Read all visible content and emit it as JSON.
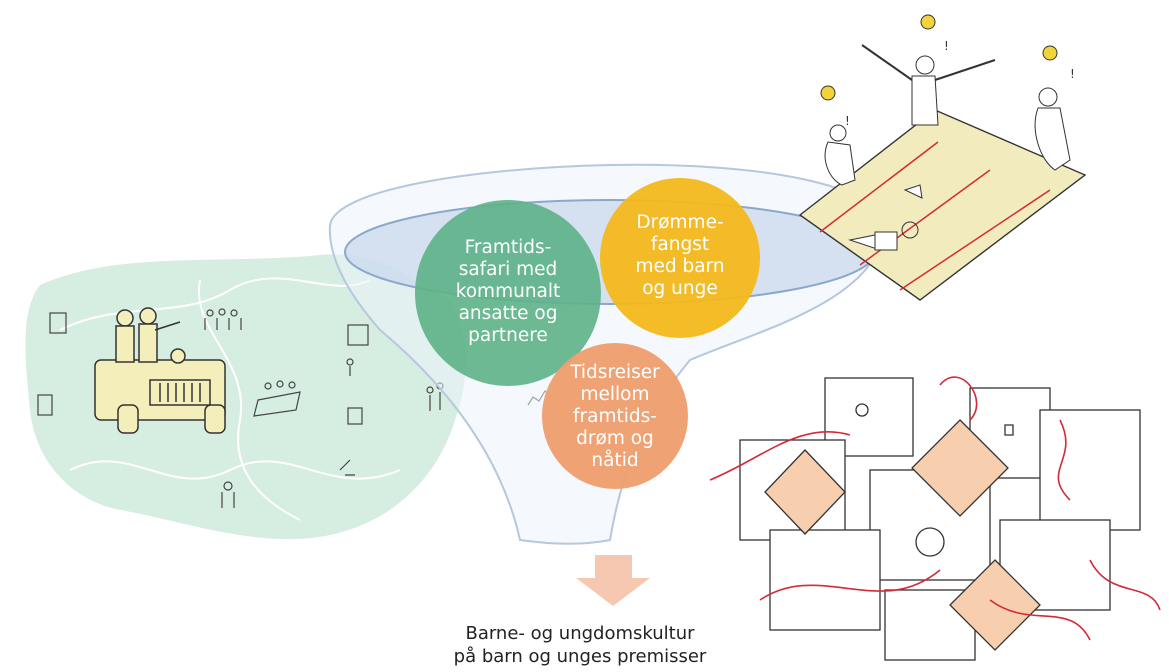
{
  "circles": {
    "framtidssafari": "Framtids-\nsafari med\nkommunalt\nansatte og\npartnere",
    "drommefangst": "Drømme-\nfangst\nmed barn\nog unge",
    "tidsreiser": "Tidsreiser\nmellom\nframtids-\ndrøm og\nnåtid"
  },
  "caption": {
    "line1": "Barne- og ungdomskultur",
    "line2": "på barn og unges premisser"
  },
  "colors": {
    "green_area": "#d6ede2",
    "green_circle": "#5fb38a",
    "yellow_circle": "#f3b81b",
    "orange_circle": "#ee9f6f",
    "funnel_fill": "#c9d9ec",
    "arrow": "#f6c7b1",
    "paper_tint": "#f2ebbd",
    "card_tint": "#f7cfae",
    "red_string": "#d42a3a"
  }
}
